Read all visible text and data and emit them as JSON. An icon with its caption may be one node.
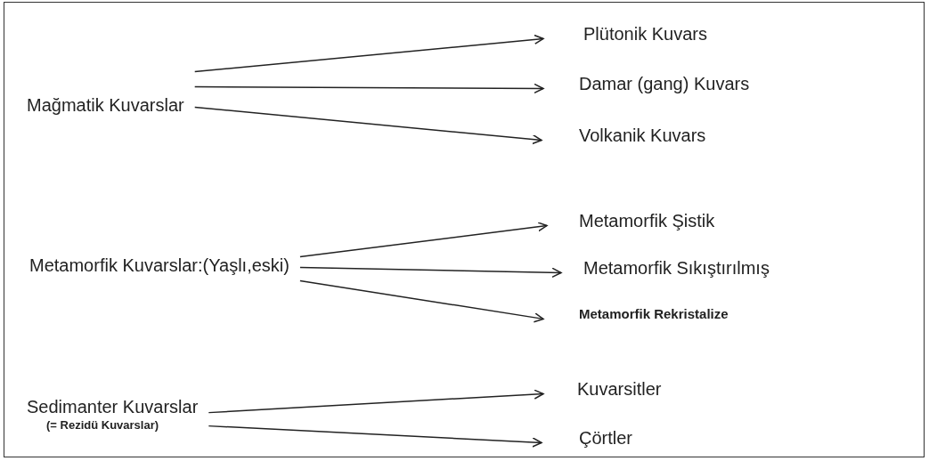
{
  "diagram": {
    "nodes": [
      {
        "text": [
          "Mağmatik Kuvarslar"
        ]
      },
      {
        "text": [
          "Plütonik Kuvars"
        ]
      },
      {
        "text": [
          "Damar (gang) Kuvars"
        ]
      },
      {
        "text": [
          "Volkanik Kuvars"
        ]
      },
      {
        "text": [
          "Metamorfik Kuvarslar:(Yaşlı,eski)"
        ]
      },
      {
        "text": [
          "Metamorfik Şistik"
        ]
      },
      {
        "text": [
          "Metamorfik Sıkıştırılmış"
        ]
      },
      {
        "text": [
          "Metamorfik Rekristalize"
        ]
      },
      {
        "text": [
          "Sedimanter Kuvarslar",
          "(= Rezidü Kuvarslar)"
        ]
      },
      {
        "text": [
          "Kuvarsitler"
        ]
      },
      {
        "text": [
          "Çörtler"
        ]
      }
    ],
    "edges": [
      {
        "from": 0,
        "to": 1,
        "arrow": "to"
      },
      {
        "from": 0,
        "to": 2,
        "arrow": "to"
      },
      {
        "from": 0,
        "to": 3,
        "arrow": "to"
      },
      {
        "from": 4,
        "to": 5,
        "arrow": "to"
      },
      {
        "from": 4,
        "to": 6,
        "arrow": "to"
      },
      {
        "from": 4,
        "to": 7,
        "arrow": "to"
      },
      {
        "from": 8,
        "to": 9,
        "arrow": "to"
      },
      {
        "from": 8,
        "to": 10,
        "arrow": "to"
      }
    ]
  }
}
